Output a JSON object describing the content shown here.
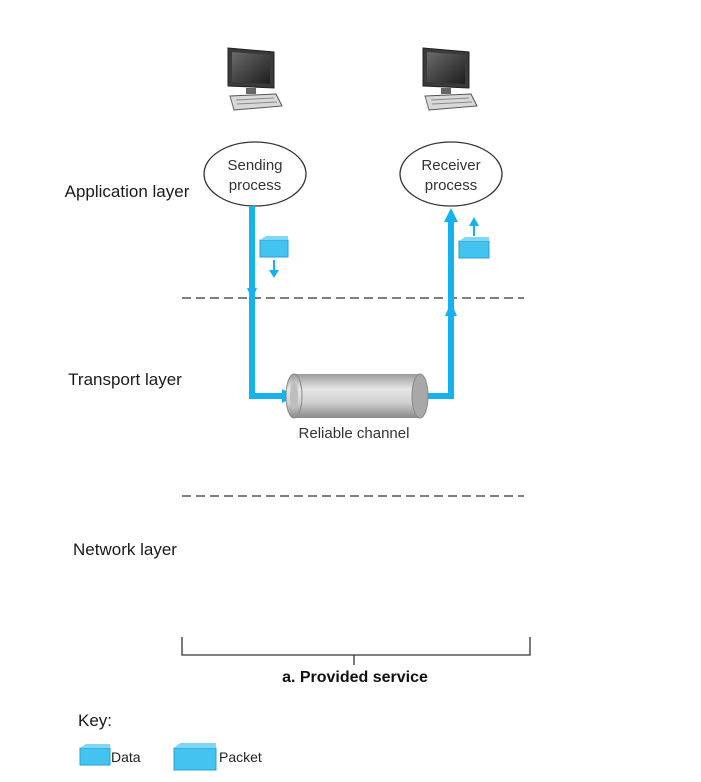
{
  "layers": {
    "application": "Application layer",
    "transport": "Transport layer",
    "network": "Network layer"
  },
  "processes": {
    "sending_line1": "Sending",
    "sending_line2": "process",
    "receiver_line1": "Receiver",
    "receiver_line2": "process"
  },
  "channel_label": "Reliable channel",
  "caption": "a. Provided service",
  "key": {
    "title": "Key:",
    "data_label": "Data",
    "packet_label": "Packet"
  },
  "colors": {
    "flow": "#16b2ef",
    "data_box": "#43c3f0",
    "pipe": "#b8b8b8"
  },
  "icons": [
    "computer-icon",
    "computer-icon"
  ]
}
